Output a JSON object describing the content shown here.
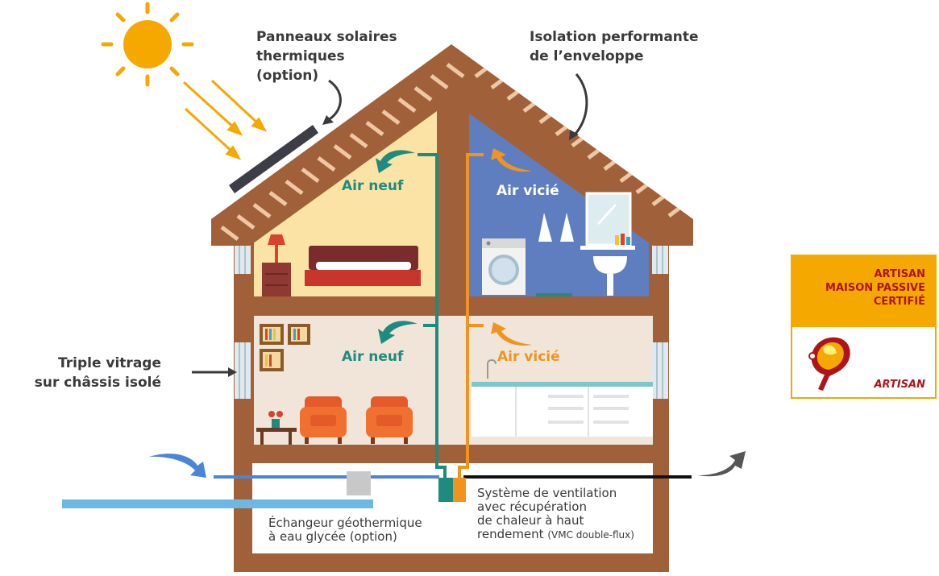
{
  "labels": {
    "solar_panels": "Panneaux solaires\nthermiques\n(option)",
    "insulation": "Isolation performante\nde l’enveloppe",
    "triple_glazing": "Triple vitrage\nsur châssis isolé",
    "geothermal": "Échangeur géothermique\nà eau glycée (option)",
    "ventilation_main": "Système de ventilation\navec récupération\nde chaleur à haut\nrendement ",
    "ventilation_small": "(VMC double-flux)"
  },
  "rooms": {
    "bedroom_air": "Air neuf",
    "bathroom_air": "Air vicié",
    "living_air": "Air neuf",
    "kitchen_air": "Air vicié"
  },
  "certification": {
    "title": "ARTISAN\nMAISON PASSIVE\nCERTIFIÉ",
    "brand": "ARTISAN"
  },
  "colors": {
    "roof": "#a0613a",
    "tiles": "#efc7a3",
    "attic_left": "#fbe3a5",
    "attic_right": "#5e7ec0",
    "ground_floor": "#f0e5d8",
    "fresh_air": "#1f8a7e",
    "stale_air": "#f0941f",
    "label_text": "#3a3a3a",
    "cert_orange": "#f5a800",
    "cert_red": "#b0141b"
  }
}
